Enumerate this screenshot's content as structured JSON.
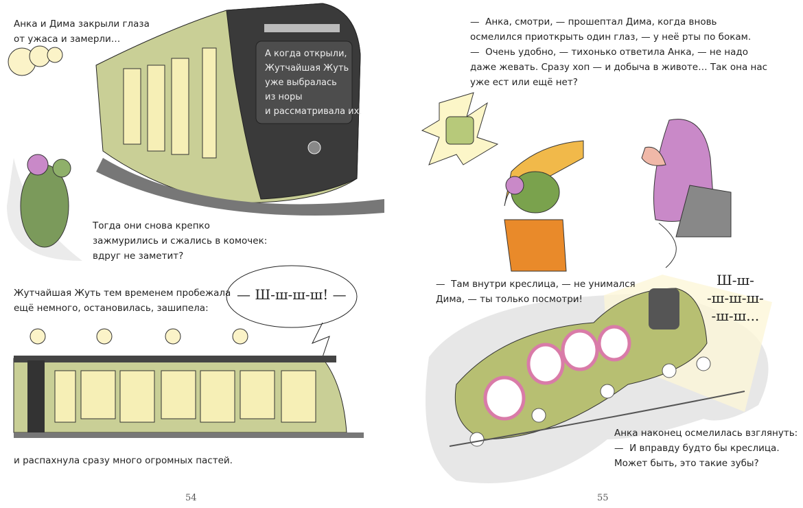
{
  "left_page": {
    "intro": "Анка и Дима закрыли глаза\nот ужаса и замерли…",
    "sign_text": "А когда открыли,\nЖутчайшая Жуть\nуже выбралась\nиз норы\nи рассматривала их.",
    "paragraph_2": "Тогда они снова крепко\nзажмурились и сжались в комочек:\nвдруг не заметит?",
    "paragraph_3": "Жутчайшая Жуть тем временем пробежала\nещё немного, остановилась, зашипела:",
    "hiss_bubble": "— Ш-ш-ш-ш! —",
    "paragraph_4": "и распахнула сразу много огромных пастей.",
    "page_number": "54"
  },
  "right_page": {
    "paragraph_1": "—  Анка, смотри, — прошептал Дима, когда вновь\nосмелился приоткрыть один глаз, — у неё рты по бокам.",
    "paragraph_2": "—  Очень удобно, — тихонько ответила Анка, — не надо\nдаже жевать. Сразу хоп — и добыча в животе… Так она нас\nуже ест или ещё нет?",
    "paragraph_3": "—  Там внутри креслица, — не унимался\nДима, — ты только посмотри!",
    "hiss_text": "Ш-ш-\n-ш-ш-ш-\n-ш-ш...",
    "paragraph_4": "Анка наконец осмелилась взглянуть:",
    "paragraph_5": "—  И вправду будто бы креслица.\nМожет быть, это такие зубы?",
    "page_number": "55"
  },
  "colors": {
    "train_green": "#c9cf96",
    "train_dark": "#3a3a3a",
    "window_yellow": "#f6efb6",
    "pink": "#c989c8",
    "lamp": "#fbf3c8"
  }
}
